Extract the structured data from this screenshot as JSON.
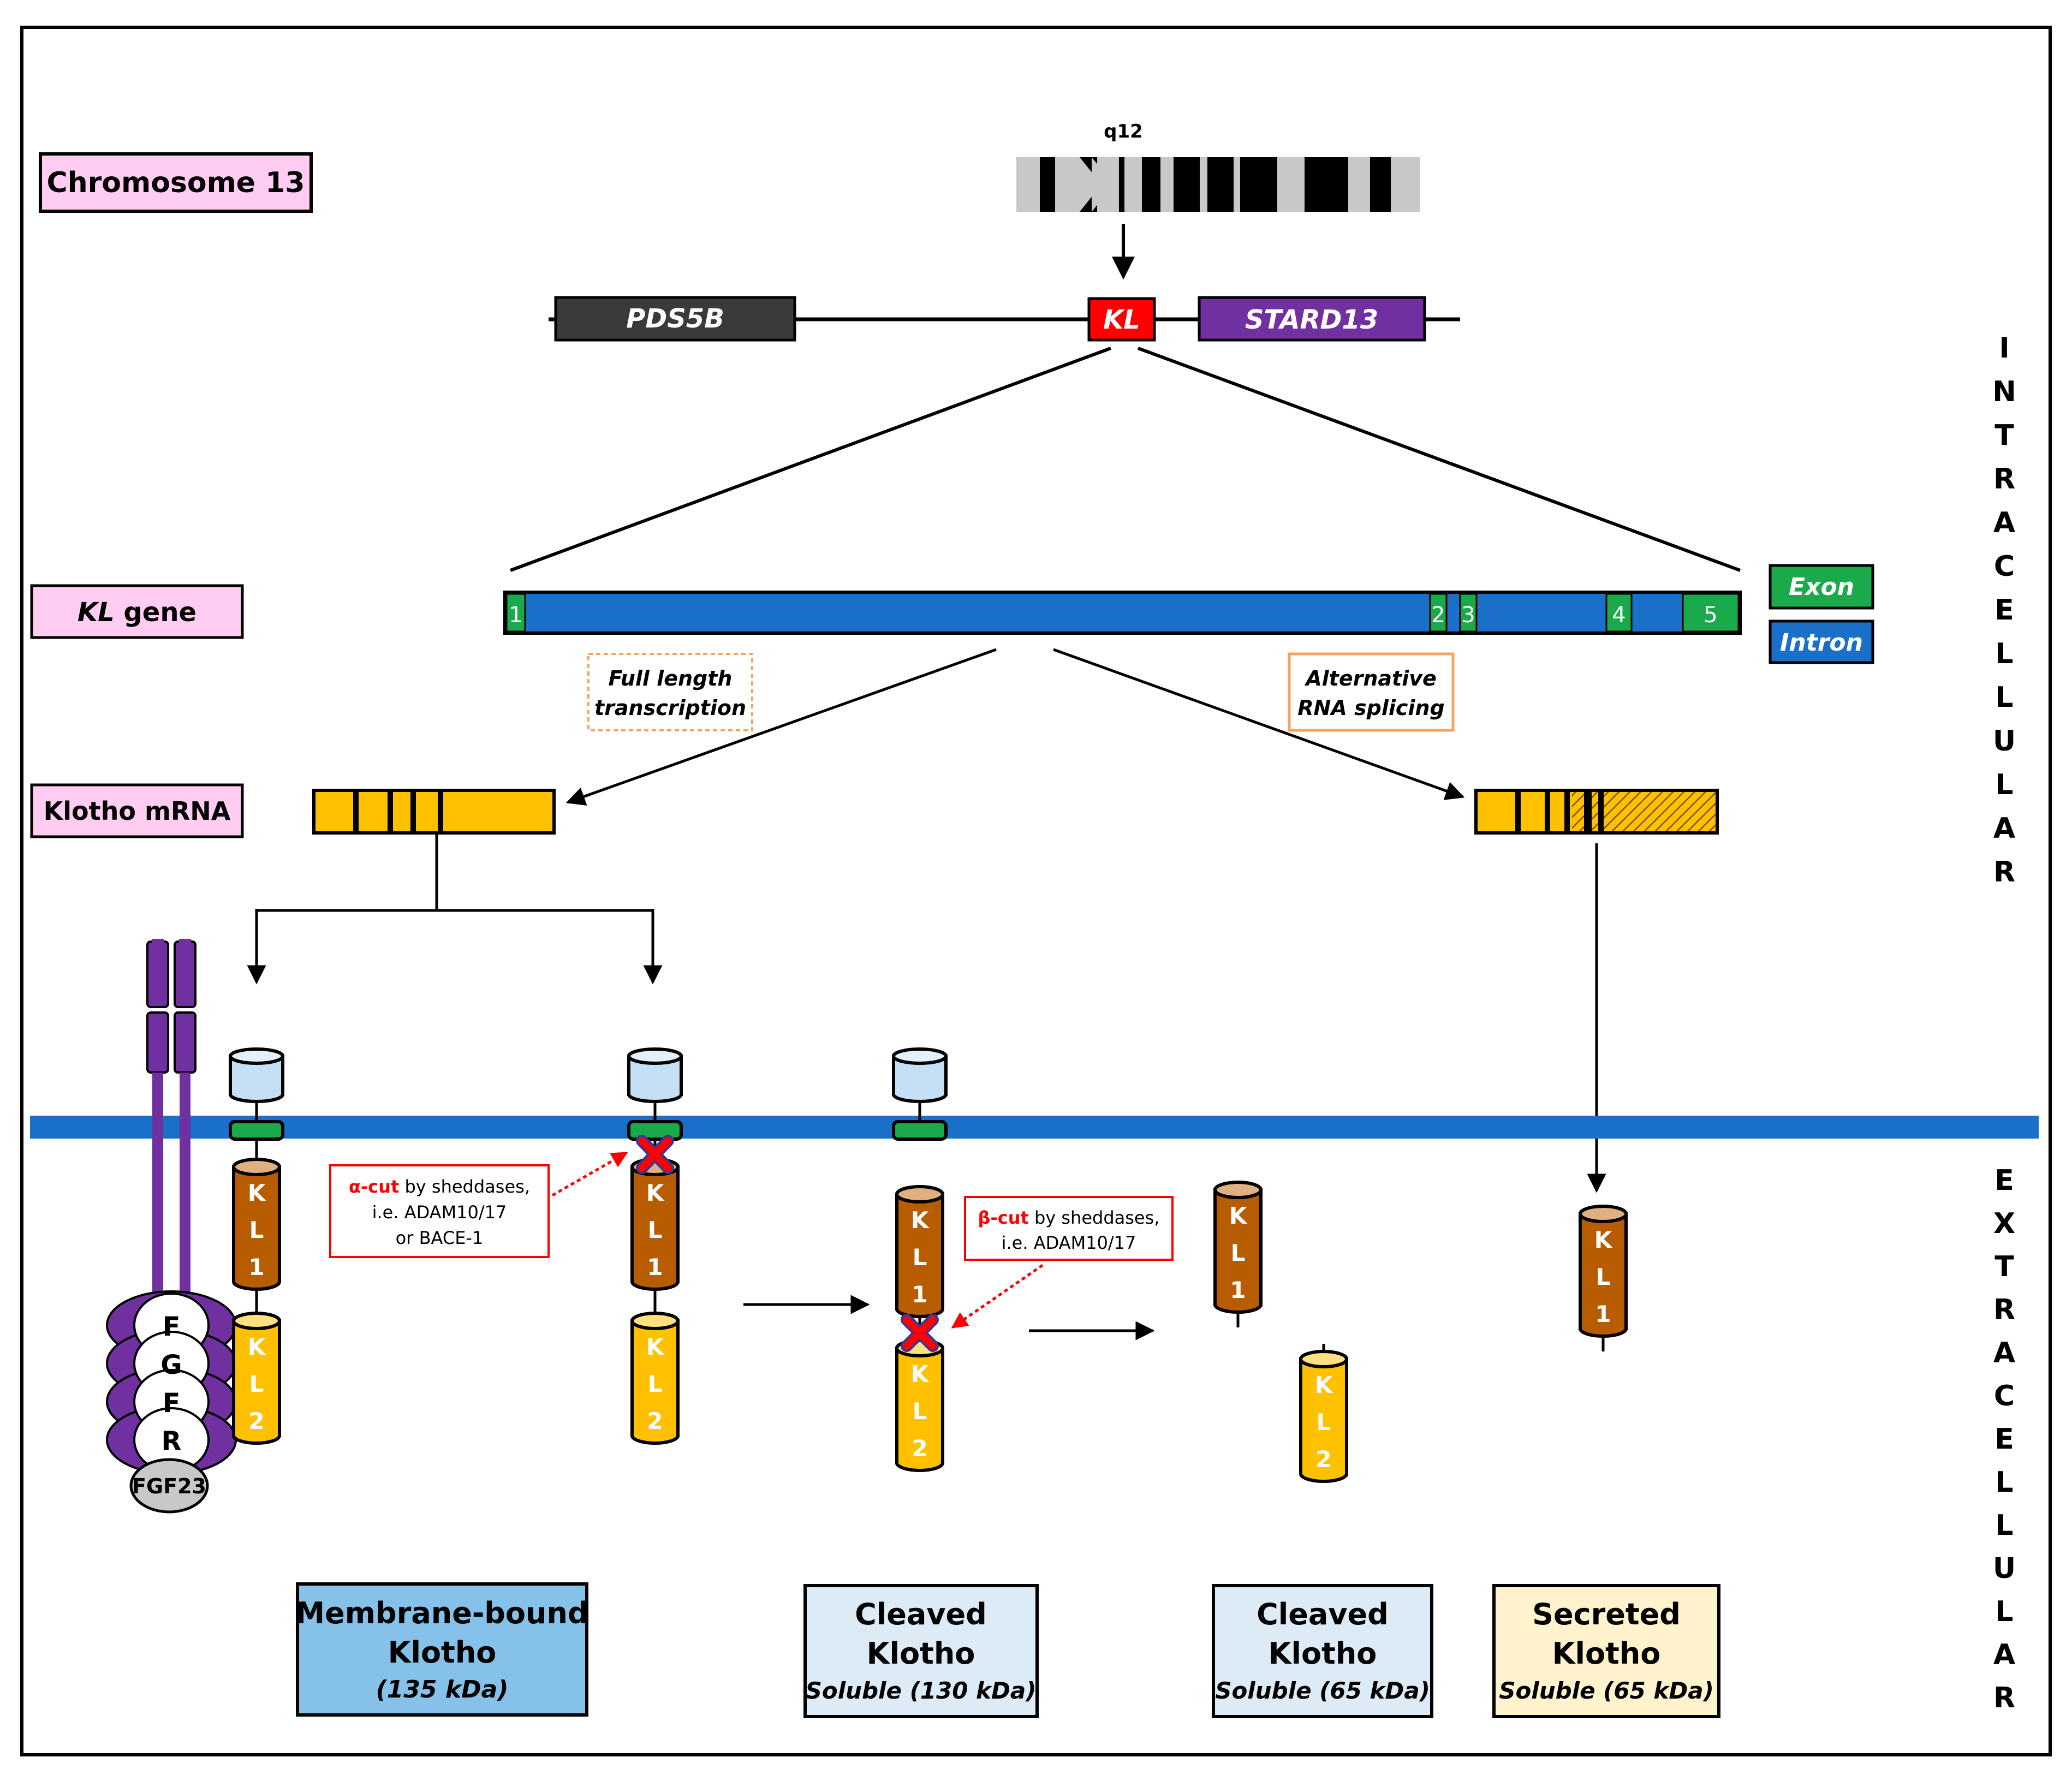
{
  "labels": {
    "chromosome": "Chromosome 13",
    "kl_gene_italic": "KL",
    "kl_gene_rest": " gene",
    "mrna": "Klotho mRNA"
  },
  "chromosome": {
    "band": "q12"
  },
  "genes": {
    "left": "PDS5B",
    "center": "KL",
    "right": "STARD13"
  },
  "kl_gene": {
    "exons": [
      "1",
      "2",
      "3",
      "4",
      "5"
    ]
  },
  "legend": {
    "exon": "Exon",
    "intron": "Intron"
  },
  "processes": {
    "full_length": [
      "Full length",
      "transcription"
    ],
    "alt_splicing": [
      "Alternative",
      "RNA splicing"
    ]
  },
  "compartments": {
    "intracellular": [
      "I",
      "N",
      "T",
      "R",
      "A",
      "C",
      "E",
      "L",
      "L",
      "U",
      "L",
      "A",
      "R"
    ],
    "extracellular": [
      "E",
      "X",
      "T",
      "R",
      "A",
      "C",
      "E",
      "L",
      "L",
      "U",
      "L",
      "A",
      "R"
    ]
  },
  "domains": {
    "kl1": [
      "K",
      "L",
      "1"
    ],
    "kl2": [
      "K",
      "L",
      "2"
    ]
  },
  "receptor": {
    "letters": [
      "F",
      "G",
      "F",
      "R"
    ],
    "ligand": "FGF23"
  },
  "cuts": {
    "alpha": {
      "term": "α-cut",
      "text1": " by sheddases,",
      "text2": "i.e. ADAM10/17",
      "text3": "or BACE-1"
    },
    "beta": {
      "term": "β-cut",
      "text1": " by sheddases,",
      "text2": "i.e. ADAM10/17"
    }
  },
  "forms": {
    "membrane": {
      "line1": "Membrane-bound",
      "line2": "Klotho",
      "line3": "(135 kDa)"
    },
    "cleaved130": {
      "line1": "Cleaved",
      "line2": "Klotho",
      "line3": "Soluble (130 kDa)"
    },
    "cleaved65": {
      "line1": "Cleaved",
      "line2": "Klotho",
      "line3": "Soluble (65 kDa)"
    },
    "secreted": {
      "line1": "Secreted",
      "line2": "Klotho",
      "line3": "Soluble (65 kDa)"
    }
  },
  "colors": {
    "pink_label": "#ffccf2",
    "exon_green": "#1aaa4b",
    "intron_blue": "#1a6fc9",
    "membrane": "#1a6fc9",
    "kl_red": "#ff0000",
    "stard_purple": "#7030a0",
    "pds_dark": "#3a3a3a",
    "mrna_yellow": "#ffc000",
    "kl1_brown": "#b85c00",
    "kl2_yellow": "#ffc000",
    "light_blue_box": "#ddebf7",
    "membrane_box": "#85c1e9",
    "secreted_box": "#fff2cc",
    "process_orange": "#f4a460"
  }
}
